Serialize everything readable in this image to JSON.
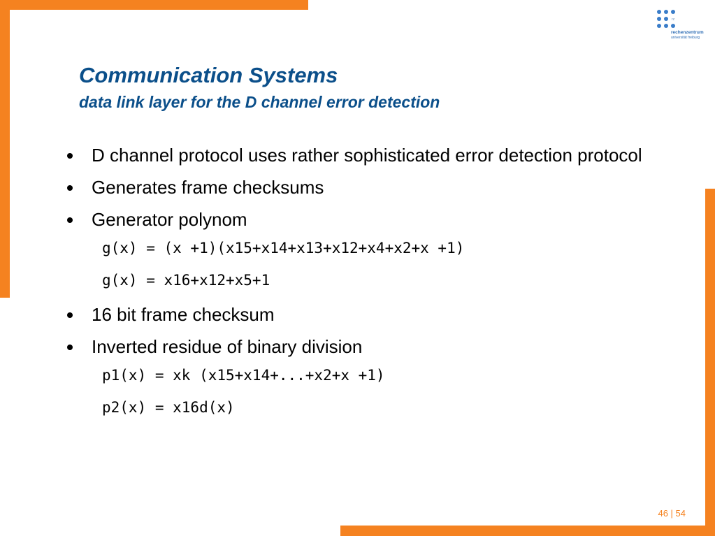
{
  "header": {
    "title": "Communication Systems",
    "subtitle": "data link layer for the D channel error detection"
  },
  "logo": {
    "mark": "rz",
    "name": "rechenzentrum",
    "university": "universität freiburg",
    "color": "#3a7dc9"
  },
  "accent_color": "#f58220",
  "content": {
    "bullets": [
      "D channel protocol uses rather sophisticated error detection protocol",
      "Generates frame checksums",
      "Generator polynom",
      "16 bit frame checksum",
      "Inverted residue of binary division"
    ],
    "formulas": [
      "g(x) = (x +1)(x15+x14+x13+x12+x4+x2+x +1)",
      "g(x) = x16+x12+x5+1",
      "p1(x) = xk (x15+x14+...+x2+x +1)",
      "p2(x) = x16d(x)"
    ]
  },
  "footer": {
    "page_number": "46 | 54"
  }
}
